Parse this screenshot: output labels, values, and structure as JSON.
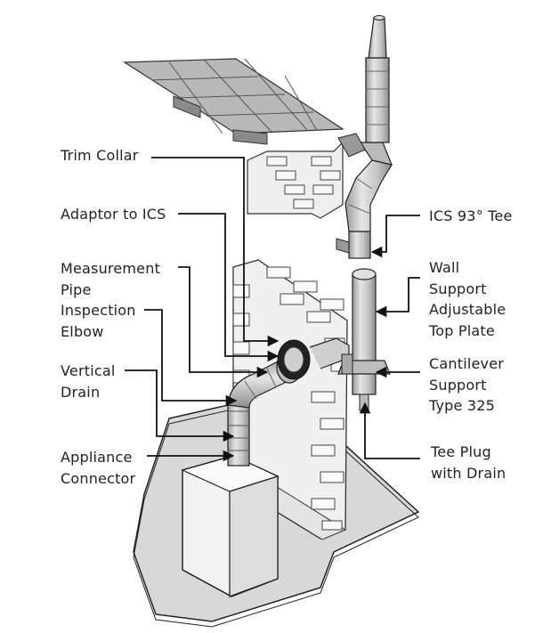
{
  "colors": {
    "line": "#111111",
    "floor": "#d6d6d6",
    "wall": "#f1f1f1",
    "wall_side": "#e2e2e2",
    "roof": "#b4b4b4",
    "pipe": "#c8c8c8",
    "appliance": "#efefef"
  },
  "labels": {
    "trim_collar": "Trim Collar",
    "adaptor_to_ics": "Adaptor to ICS",
    "measurement_pipe": "Measurement\nPipe",
    "inspection_elbow": "Inspection\nElbow",
    "vertical_drain": "Vertical\nDrain",
    "appliance_connector": "Appliance\nConnector",
    "ics_tee": "ICS 93° Tee",
    "wall_support": "Wall\nSupport\nAdjustable\nTop Plate",
    "cantilever_support": "Cantilever\nSupport\nType 325",
    "tee_plug": "Tee Plug\nwith Drain"
  }
}
